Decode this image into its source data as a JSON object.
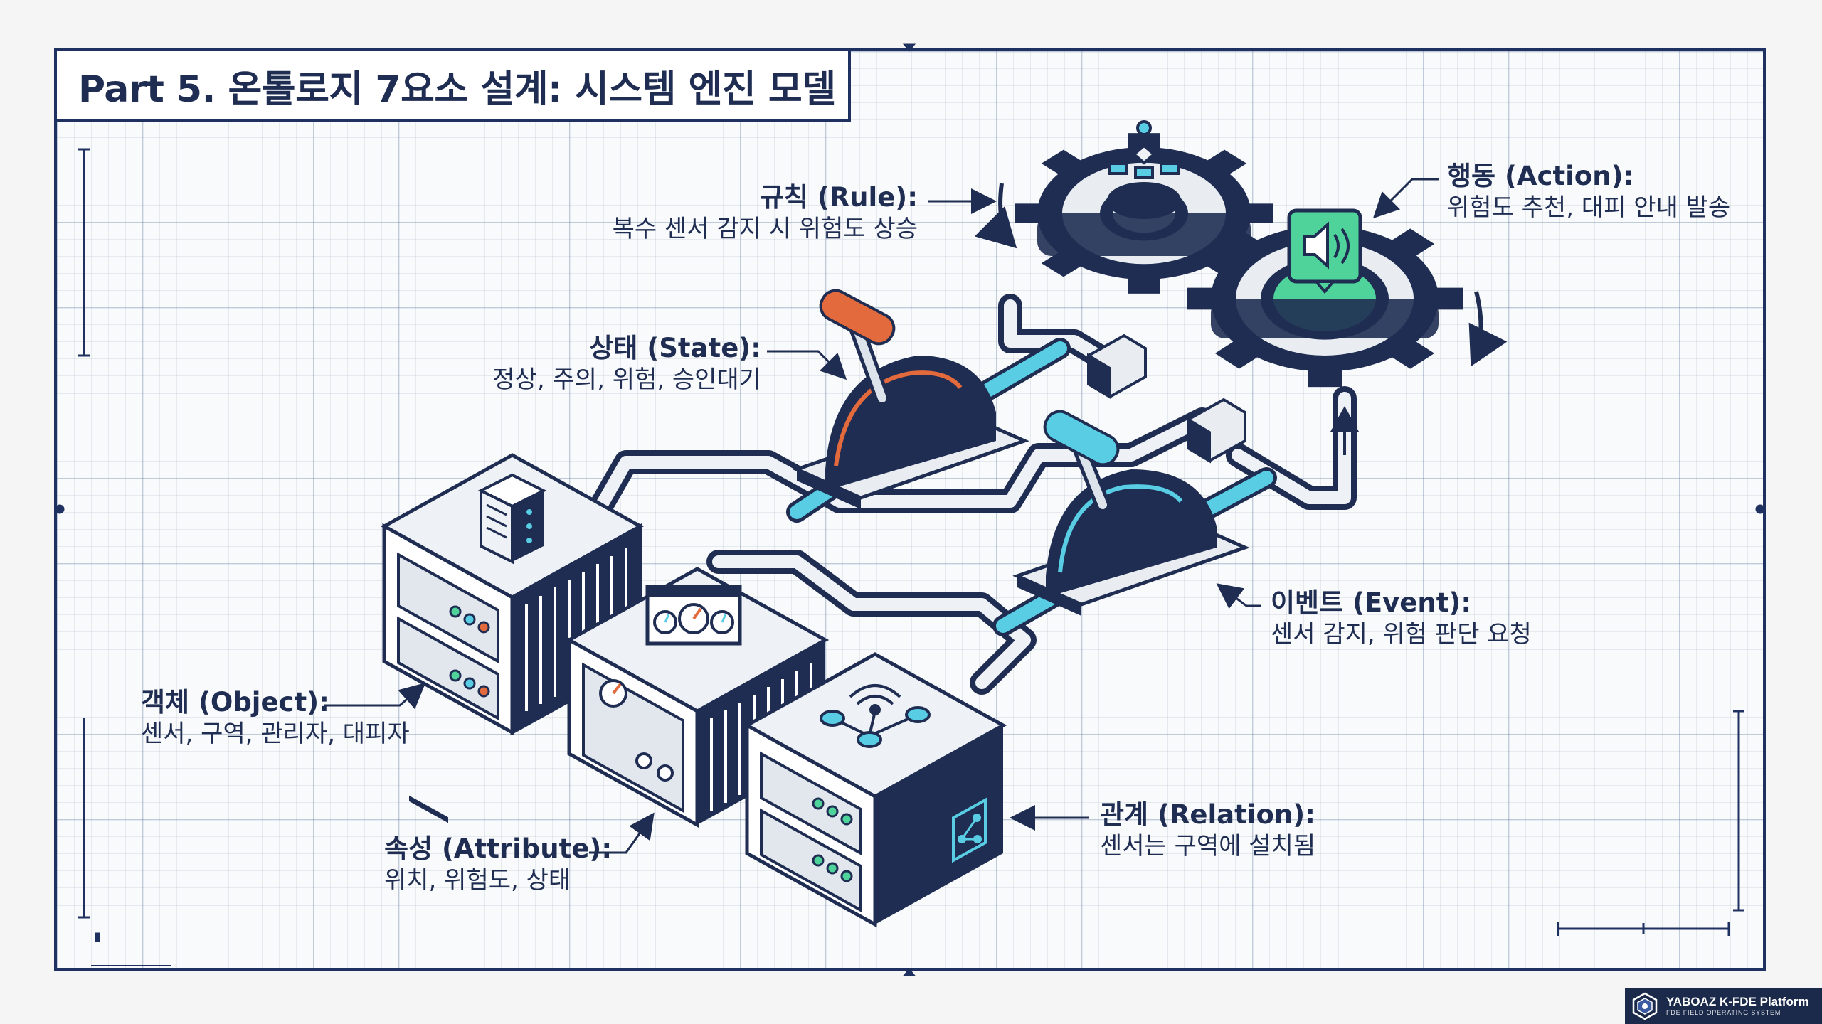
{
  "title": "Part 5.  온톨로지 7요소 설계: 시스템 엔진 모델",
  "labels": {
    "rule": {
      "heading": "규칙 (Rule):",
      "desc": "복수 센서 감지 시 위험도 상승"
    },
    "action": {
      "heading": "행동 (Action):",
      "desc": "위험도 추천, 대피 안내 발송"
    },
    "state": {
      "heading": "상태 (State):",
      "desc": "정상, 주의, 위험, 승인대기"
    },
    "event": {
      "heading": "이벤트 (Event):",
      "desc": "센서 감지, 위험 판단 요청"
    },
    "object": {
      "heading": "객체 (Object):",
      "desc": "센서, 구역, 관리자, 대피자"
    },
    "attribute": {
      "heading": "속성 (Attribute):",
      "desc": "위치, 위험도, 상태"
    },
    "relation": {
      "heading": "관계 (Relation):",
      "desc": "센서는 구역에 설치됨"
    }
  },
  "footer": {
    "brand": "YABOAZ K-FDE Platform",
    "tagline": "FDE FIELD OPERATING SYSTEM"
  },
  "colors": {
    "navy": "#1f2d52",
    "cyan": "#4fc7de",
    "orange": "#e26a3c",
    "green": "#4fd39a",
    "grid": "#3c5a8c"
  },
  "icons": [
    "server-icon",
    "gauge-panel-icon",
    "network-icon",
    "gear-icon",
    "speaker-icon",
    "lever-icon",
    "flowchart-icon",
    "share-icon"
  ]
}
